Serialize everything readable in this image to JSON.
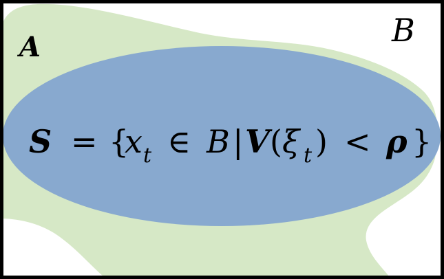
{
  "labels": {
    "set_A": "A",
    "set_B": "B",
    "set_S": "S"
  },
  "formula": {
    "eq": "=",
    "lbrace": "{",
    "x": "x",
    "x_sub": "t",
    "in": "∈",
    "B": "B",
    "bar": "|",
    "V": "V",
    "lparen": "(",
    "xi": "ξ",
    "xi_sub": "t",
    "rparen": ")",
    "lt": "<",
    "rho": "ρ",
    "rbrace": "}"
  },
  "colors": {
    "frame": "#000000",
    "region_A": "#d6e8c6",
    "region_S": "#88a9cf",
    "text": "#000000"
  }
}
